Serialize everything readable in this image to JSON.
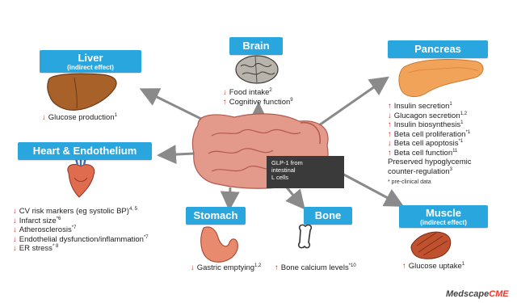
{
  "organs": {
    "brain": {
      "label": "Brain",
      "effects": [
        {
          "dir": "down",
          "text": "Food intake",
          "sup": "2"
        },
        {
          "dir": "up",
          "text": "Cognitive function",
          "sup": "9"
        }
      ]
    },
    "liver": {
      "label": "Liver",
      "sublabel": "(indirect effect)",
      "effects": [
        {
          "dir": "down",
          "text": "Glucose production",
          "sup": "1"
        }
      ]
    },
    "pancreas": {
      "label": "Pancreas",
      "effects": [
        {
          "dir": "up",
          "text": "Insulin secretion",
          "sup": "1"
        },
        {
          "dir": "down",
          "text": "Glucagon secretion",
          "sup": "1,2"
        },
        {
          "dir": "up",
          "text": "Insulin biosynthesis",
          "sup": "1"
        },
        {
          "dir": "up",
          "text": "Beta cell proliferation",
          "sup": "*1"
        },
        {
          "dir": "down",
          "text": "Beta cell apoptosis",
          "sup": "*1"
        },
        {
          "dir": "up",
          "text": "Beta cell function",
          "sup": "11"
        }
      ],
      "extra": "Preserved hypoglycemic counter-regulation",
      "extra_sup": "3",
      "note": "* pre-clinical data"
    },
    "heart": {
      "label": "Heart & Endothelium",
      "effects": [
        {
          "dir": "down",
          "text": "CV risk markers (eg systolic BP)",
          "sup": "4, 5"
        },
        {
          "dir": "down",
          "text": "Infarct size",
          "sup": "*6"
        },
        {
          "dir": "down",
          "text": "Atherosclerosis",
          "sup": "*7"
        },
        {
          "dir": "down",
          "text": "Endothelial dysfunction/inflammation",
          "sup": "*7"
        },
        {
          "dir": "down",
          "text": "ER stress",
          "sup": "* 8"
        }
      ]
    },
    "stomach": {
      "label": "Stomach",
      "effects": [
        {
          "dir": "down",
          "text": "Gastric emptying",
          "sup": "1,2"
        }
      ]
    },
    "bone": {
      "label": "Bone",
      "effects": [
        {
          "dir": "up",
          "text": "Bone calcium levels",
          "sup": "*10"
        }
      ]
    },
    "muscle": {
      "label": "Muscle",
      "sublabel": "(indirect effect)",
      "effects": [
        {
          "dir": "up",
          "text": "Glucose uptake",
          "sup": "1"
        }
      ]
    }
  },
  "center": {
    "label": "GLP-1 from\nintestinal\nL cells"
  },
  "arrows": {
    "up": "↑",
    "down": "↓"
  },
  "footer": {
    "part1": "Medscape",
    "part2": "CME"
  },
  "colors": {
    "label_bg": "#2aa6df",
    "arrow_red": "#c8322b",
    "connector": "#8a8a8a"
  }
}
